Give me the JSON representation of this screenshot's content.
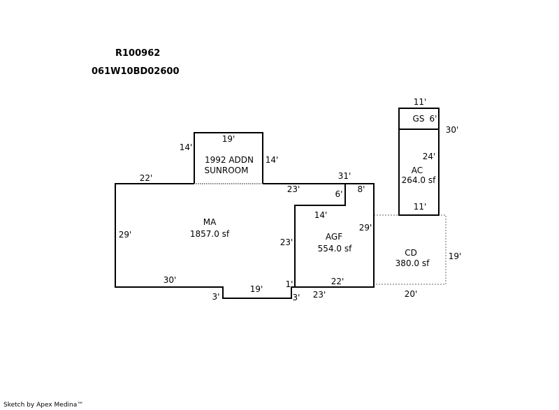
{
  "header": {
    "record_id": "R100962",
    "parcel_number": "061W10BD02600"
  },
  "footer": {
    "credit": "Sketch by Apex Medina™"
  },
  "areas": {
    "ma": {
      "code": "MA",
      "area": "1857.0 sf"
    },
    "sunroom": {
      "line1": "1992 ADDN",
      "line2": "SUNROOM"
    },
    "agf": {
      "code": "AGF",
      "area": "554.0 sf"
    },
    "ac": {
      "code": "AC",
      "area": "264.0 sf"
    },
    "gs": {
      "code": "GS"
    },
    "cd": {
      "code": "CD",
      "area": "380.0 sf"
    }
  },
  "dimensions": {
    "ma_top_left": "22'",
    "ma_left": "29'",
    "ma_bottom_left": "30'",
    "ma_step_left": "3'",
    "ma_bottom_mid": "19'",
    "ma_step_right": "3'",
    "ma_inner_1": "1'",
    "ma_inner_23_vertical": "23'",
    "ma_inner_23_horizontal": "23'",
    "ma_top_right": "31'",
    "ma_notch_6": "6'",
    "ma_notch_8": "8'",
    "sunroom_top": "19'",
    "sunroom_left": "14'",
    "sunroom_right": "14'",
    "agf_top": "14'",
    "agf_right": "29'",
    "agf_bottom": "22'",
    "agf_outer_bottom": "23'",
    "gs_top": "11'",
    "gs_depth": "6'",
    "ac_right": "30'",
    "ac_side": "24'",
    "ac_bottom": "11'",
    "cd_right": "19'",
    "cd_bottom": "20'"
  }
}
